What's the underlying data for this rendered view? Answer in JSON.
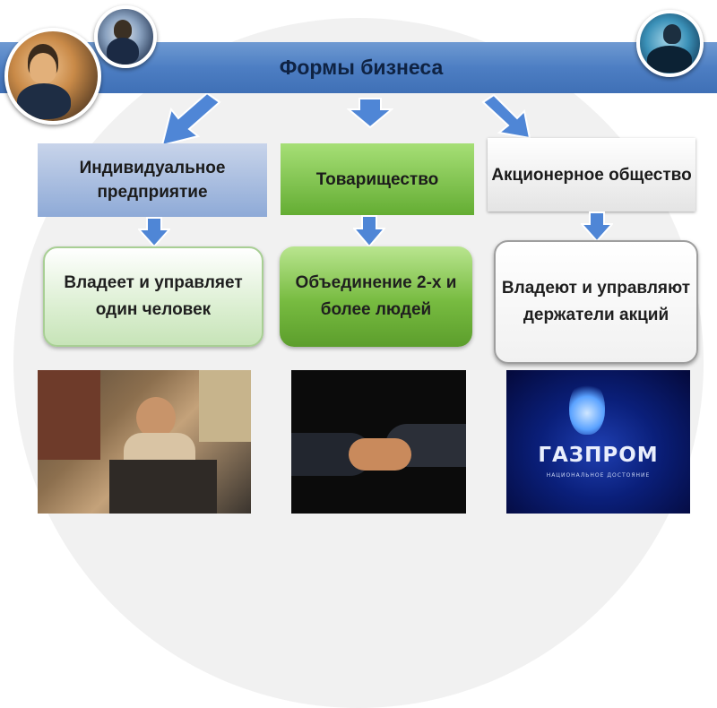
{
  "title": "Формы бизнеса",
  "columns": [
    {
      "heading": "Индивидуальное предприятие",
      "description": "Владеет и управляет один человек"
    },
    {
      "heading": "Товарищество",
      "description": "Объединение 2-х и более людей"
    },
    {
      "heading": "Акционерное общество",
      "description": "Владеют и управляют держатели акций"
    }
  ],
  "photos": {
    "gazprom": {
      "logo_text": "ГАЗПРОМ",
      "tagline": "НАЦИОНАЛЬНОЕ ДОСТОЯНИЕ"
    }
  },
  "colors": {
    "title_bar": "#4d7ec3",
    "box_blue": "#8eaad7",
    "box_green": "#64ad33",
    "box_gray": "#e4e4e4",
    "arrow_blue": "#4f86d6"
  },
  "icons": [
    "arrow-down-icon",
    "arrow-down-left-icon",
    "arrow-down-right-icon"
  ]
}
